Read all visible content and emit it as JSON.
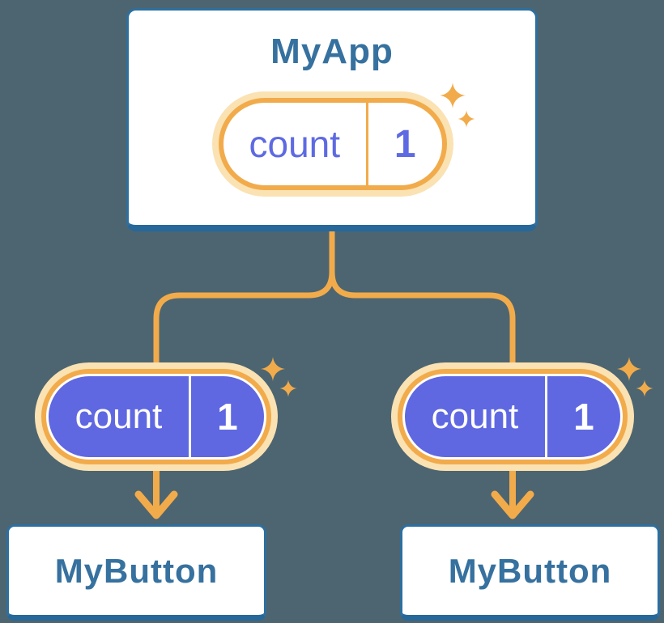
{
  "colors": {
    "bg": "#4d6570",
    "card_border": "#2d6f9f",
    "card_border_bottom": "#27689a",
    "heading": "#36719f",
    "orange": "#f2ab4b",
    "halo": "#fbe2b3",
    "indigo": "#5f68e1",
    "indigo_text": "#5e6ae2",
    "divider_white": "#ffffff"
  },
  "diagram": {
    "root": {
      "title": "MyApp",
      "state_name": "count",
      "state_value": "1"
    },
    "left_child": {
      "title": "MyButton",
      "prop_name": "count",
      "prop_value": "1"
    },
    "right_child": {
      "title": "MyButton",
      "prop_name": "count",
      "prop_value": "1"
    }
  }
}
